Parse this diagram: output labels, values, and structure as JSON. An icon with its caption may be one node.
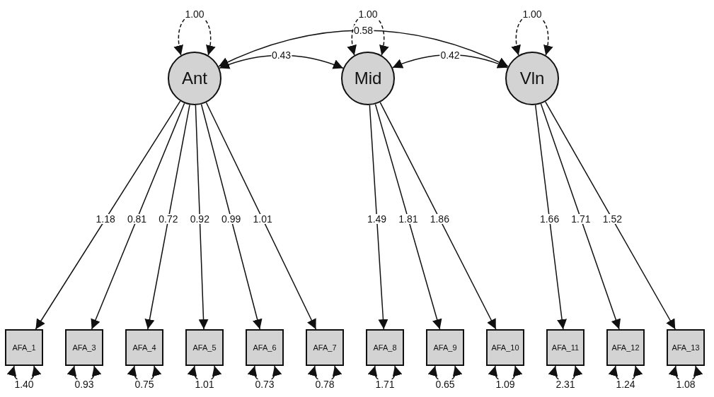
{
  "diagram": {
    "nodes": [
      {
        "text": [
          "Ant"
        ]
      },
      {
        "text": [
          "Mid"
        ]
      },
      {
        "text": [
          "Vln"
        ]
      },
      {
        "text": [
          "AFA_1"
        ]
      },
      {
        "text": [
          "AFA_3"
        ]
      },
      {
        "text": [
          "AFA_4"
        ]
      },
      {
        "text": [
          "AFA_5"
        ]
      },
      {
        "text": [
          "AFA_6"
        ]
      },
      {
        "text": [
          "AFA_7"
        ]
      },
      {
        "text": [
          "AFA_8"
        ]
      },
      {
        "text": [
          "AFA_9"
        ]
      },
      {
        "text": [
          "AFA_10"
        ]
      },
      {
        "text": [
          "AFA_11"
        ]
      },
      {
        "text": [
          "AFA_12"
        ]
      },
      {
        "text": [
          "AFA_13"
        ]
      }
    ],
    "edges": [
      {
        "from": 0,
        "to": 3,
        "arrow": "to",
        "label": "1.18"
      },
      {
        "from": 0,
        "to": 4,
        "arrow": "to",
        "label": "0.81"
      },
      {
        "from": 0,
        "to": 5,
        "arrow": "to",
        "label": "0.72"
      },
      {
        "from": 0,
        "to": 6,
        "arrow": "to",
        "label": "0.92"
      },
      {
        "from": 0,
        "to": 7,
        "arrow": "to",
        "label": "0.99"
      },
      {
        "from": 0,
        "to": 8,
        "arrow": "to",
        "label": "1.01"
      },
      {
        "from": 1,
        "to": 9,
        "arrow": "to",
        "label": "1.49"
      },
      {
        "from": 1,
        "to": 10,
        "arrow": "to",
        "label": "1.81"
      },
      {
        "from": 1,
        "to": 11,
        "arrow": "to",
        "label": "1.86"
      },
      {
        "from": 2,
        "to": 12,
        "arrow": "to",
        "label": "1.66"
      },
      {
        "from": 2,
        "to": 13,
        "arrow": "to",
        "label": "1.71"
      },
      {
        "from": 2,
        "to": 14,
        "arrow": "to",
        "label": "1.52"
      },
      {
        "from": 0,
        "to": 0,
        "arrow": "both",
        "label": "1.00",
        "style": "dashed"
      },
      {
        "from": 1,
        "to": 1,
        "arrow": "both",
        "label": "1.00",
        "style": "dashed"
      },
      {
        "from": 2,
        "to": 2,
        "arrow": "both",
        "label": "1.00",
        "style": "dashed"
      },
      {
        "from": 0,
        "to": 2,
        "arrow": "both",
        "label": "0.58"
      },
      {
        "from": 0,
        "to": 1,
        "arrow": "both",
        "label": "0.43"
      },
      {
        "from": 1,
        "to": 2,
        "arrow": "both",
        "label": "0.42"
      },
      {
        "from": 3,
        "to": 3,
        "arrow": "both",
        "label": "1.40"
      },
      {
        "from": 4,
        "to": 4,
        "arrow": "both",
        "label": "0.93"
      },
      {
        "from": 5,
        "to": 5,
        "arrow": "both",
        "label": "0.75"
      },
      {
        "from": 6,
        "to": 6,
        "arrow": "both",
        "label": "1.01"
      },
      {
        "from": 7,
        "to": 7,
        "arrow": "both",
        "label": "0.73"
      },
      {
        "from": 8,
        "to": 8,
        "arrow": "both",
        "label": "0.78"
      },
      {
        "from": 9,
        "to": 9,
        "arrow": "both",
        "label": "1.71"
      },
      {
        "from": 10,
        "to": 10,
        "arrow": "both",
        "label": "0.65"
      },
      {
        "from": 11,
        "to": 11,
        "arrow": "both",
        "label": "1.09"
      },
      {
        "from": 12,
        "to": 12,
        "arrow": "both",
        "label": "2.31"
      },
      {
        "from": 13,
        "to": 13,
        "arrow": "both",
        "label": "1.24"
      },
      {
        "from": 14,
        "to": 14,
        "arrow": "both",
        "label": "1.08"
      }
    ]
  }
}
